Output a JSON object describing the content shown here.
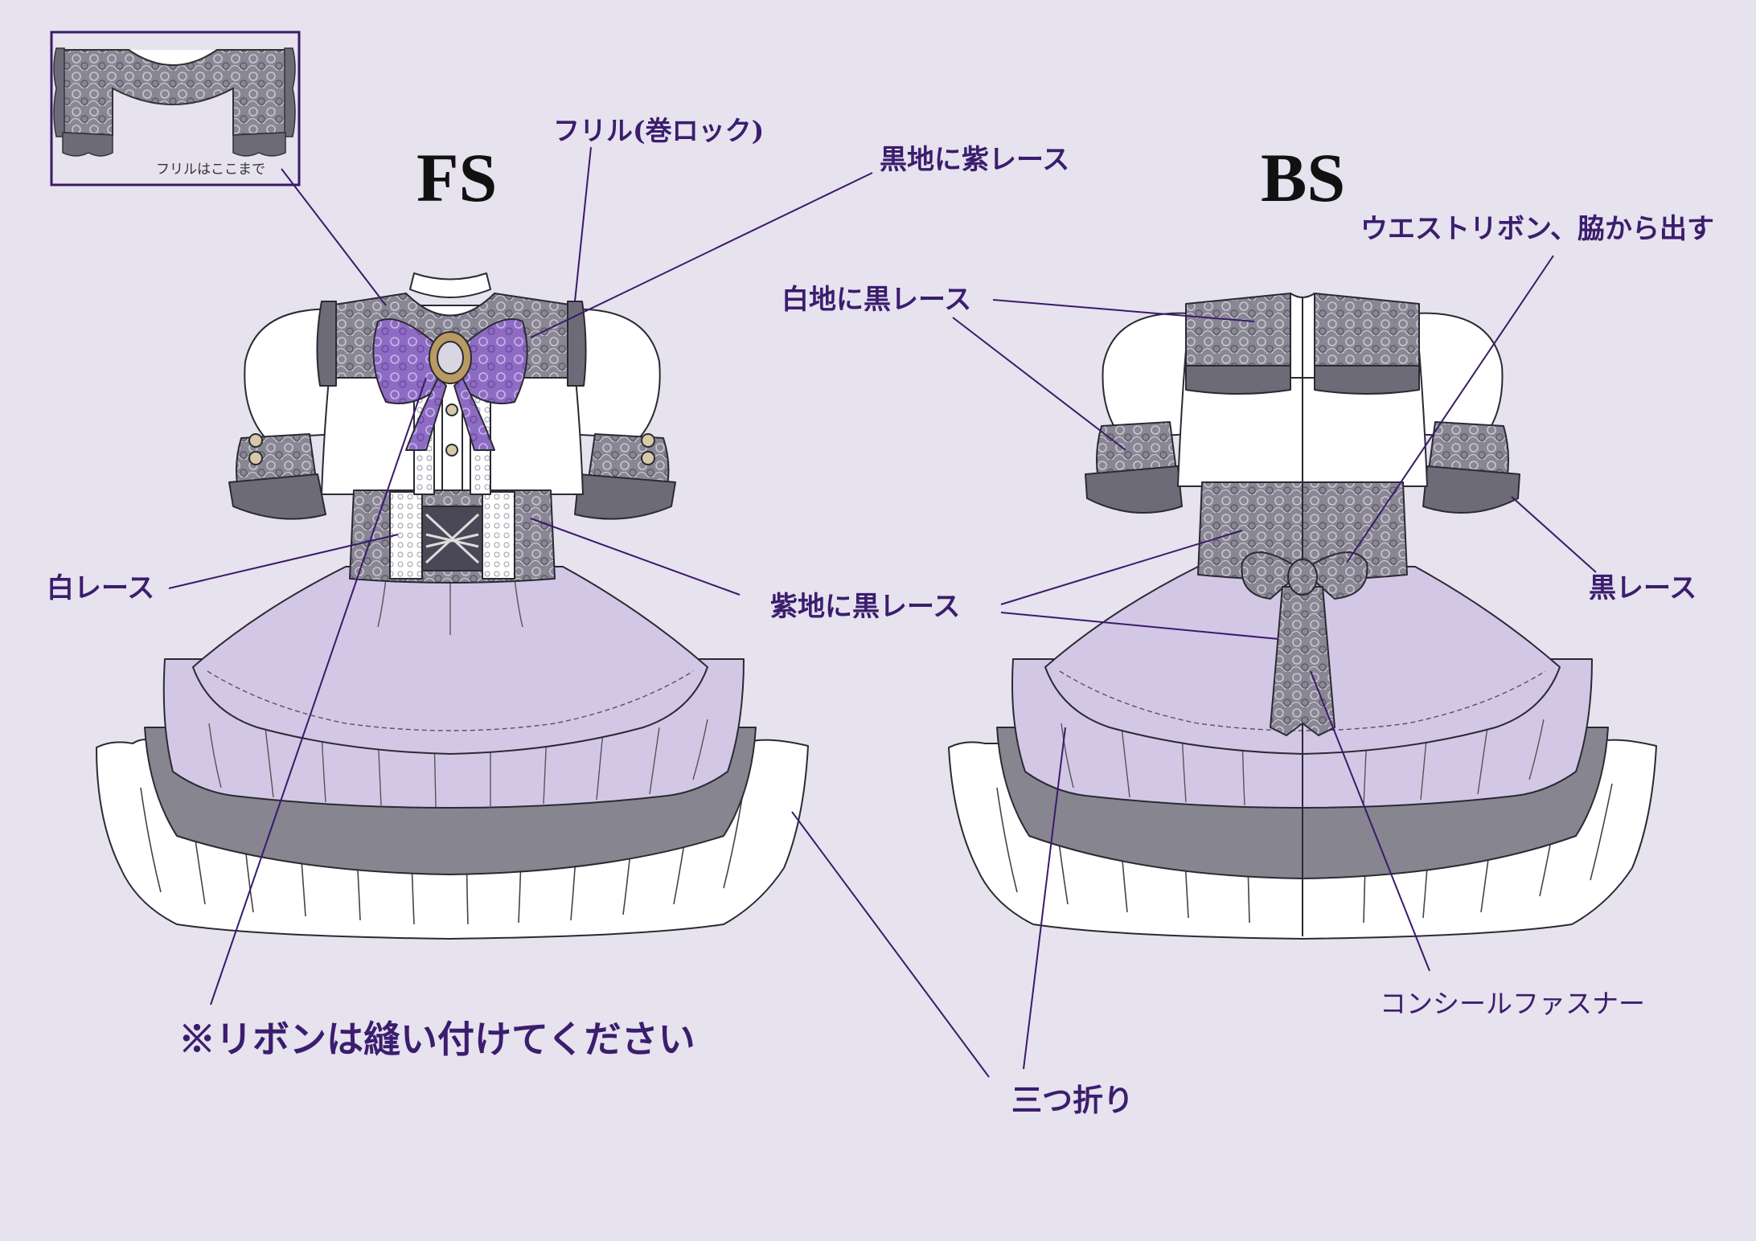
{
  "views": {
    "front_label": "FS",
    "back_label": "BS"
  },
  "inset": {
    "note": "フリルはここまで"
  },
  "callouts": {
    "frill_rolled": "フリル(巻ロック)",
    "black_purple_lace": "黒地に紫レース",
    "waist_ribbon": "ウエストリボン、脇から出す",
    "white_black_lace": "白地に黒レース",
    "white_lace": "白レース",
    "purple_black_lace": "紫地に黒レース",
    "black_lace": "黒レース",
    "concealed_zipper": "コンシールファスナー",
    "ribbon_note": "※リボンは縫い付けてください",
    "tri_fold": "三つ折り"
  },
  "colors": {
    "background": "#e6e2ee",
    "label_text": "#3b1d6e",
    "leader_line": "#3a1a6a",
    "lace_gray": "#8a8794",
    "lace_dark": "#5a5766",
    "skirt_lavender": "#d3c7e6",
    "underskirt_gray": "#878590",
    "bow_purple": "#8e6cc4",
    "white": "#ffffff"
  }
}
